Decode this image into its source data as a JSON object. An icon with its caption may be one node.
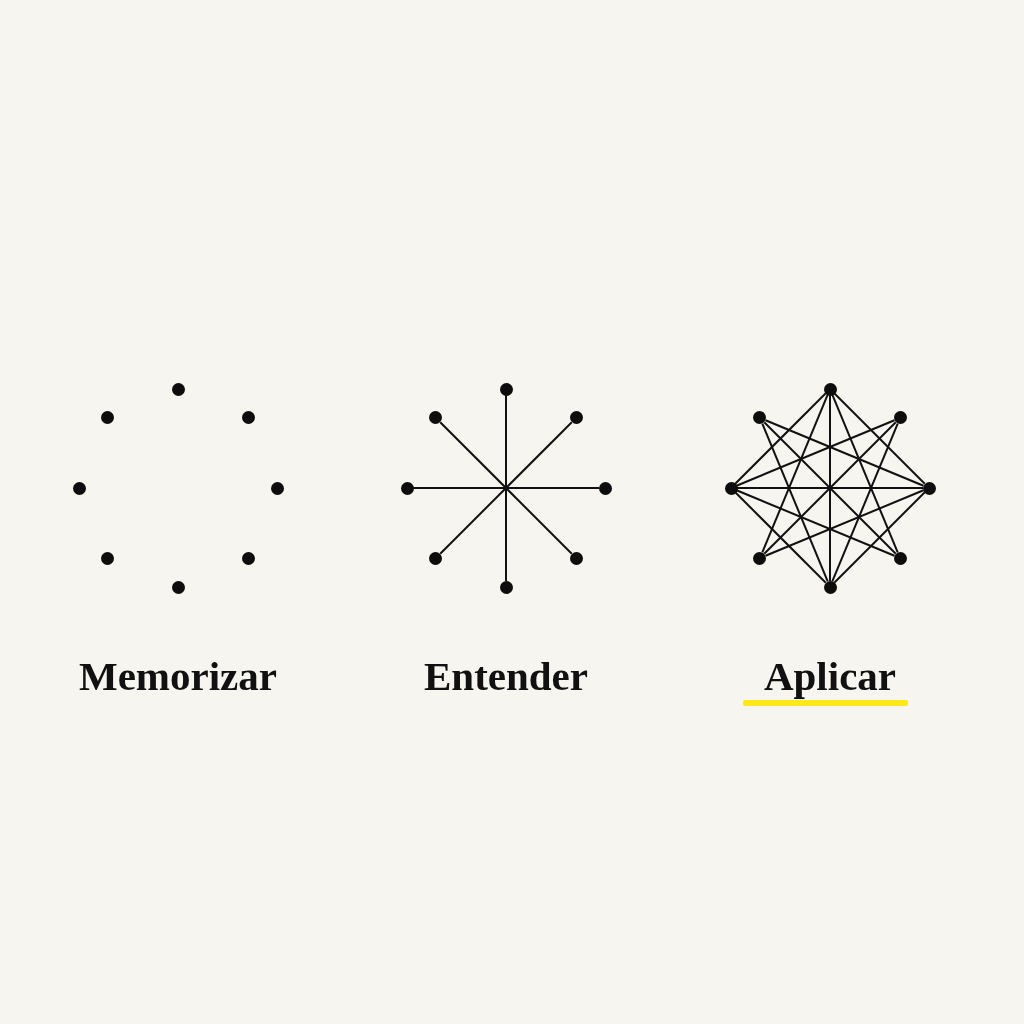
{
  "diagram": {
    "nodes": [
      {
        "text": [],
        "shape": "circle"
      },
      {
        "text": [],
        "shape": "circle"
      },
      {
        "text": [],
        "shape": "circle"
      },
      {
        "text": [],
        "shape": "circle"
      },
      {
        "text": [],
        "shape": "circle"
      },
      {
        "text": [],
        "shape": "circle"
      },
      {
        "text": [],
        "shape": "circle"
      },
      {
        "text": [],
        "shape": "circle"
      },
      {
        "text": [],
        "shape": "circle"
      },
      {
        "text": [],
        "shape": "circle"
      },
      {
        "text": [],
        "shape": "circle"
      },
      {
        "text": [],
        "shape": "circle"
      },
      {
        "text": [],
        "shape": "circle"
      },
      {
        "text": [],
        "shape": "circle"
      },
      {
        "text": [],
        "shape": "circle"
      },
      {
        "text": [],
        "shape": "circle"
      },
      {
        "text": [],
        "shape": "circle"
      },
      {
        "text": [],
        "shape": "circle"
      },
      {
        "text": [],
        "shape": "circle"
      },
      {
        "text": [],
        "shape": "circle"
      },
      {
        "text": [],
        "shape": "circle"
      },
      {
        "text": [],
        "shape": "circle"
      },
      {
        "text": [],
        "shape": "circle"
      },
      {
        "text": [],
        "shape": "circle"
      }
    ],
    "edges": [
      {
        "from": 8,
        "to": 15,
        "arrow": "none"
      },
      {
        "from": 10,
        "to": 13,
        "arrow": "none"
      },
      {
        "from": 12,
        "to": 11,
        "arrow": "none"
      },
      {
        "from": 14,
        "to": 9,
        "arrow": "none"
      },
      {
        "from": 16,
        "to": 20,
        "arrow": "none"
      },
      {
        "from": 20,
        "to": 23,
        "arrow": "none"
      },
      {
        "from": 23,
        "to": 19,
        "arrow": "none"
      },
      {
        "from": 19,
        "to": 16,
        "arrow": "none"
      },
      {
        "from": 16,
        "to": 22,
        "arrow": "none"
      },
      {
        "from": 16,
        "to": 21,
        "arrow": "none"
      },
      {
        "from": 18,
        "to": 23,
        "arrow": "none"
      },
      {
        "from": 18,
        "to": 19,
        "arrow": "none"
      },
      {
        "from": 20,
        "to": 21,
        "arrow": "none"
      },
      {
        "from": 20,
        "to": 17,
        "arrow": "none"
      },
      {
        "from": 22,
        "to": 19,
        "arrow": "none"
      },
      {
        "from": 23,
        "to": 17,
        "arrow": "none"
      },
      {
        "from": 16,
        "to": 23,
        "arrow": "none"
      },
      {
        "from": 20,
        "to": 19,
        "arrow": "none"
      },
      {
        "from": 18,
        "to": 21,
        "arrow": "none"
      },
      {
        "from": 22,
        "to": 17,
        "arrow": "none"
      }
    ],
    "labels": [
      "Memorizar",
      "Entender",
      "Aplicar"
    ]
  }
}
